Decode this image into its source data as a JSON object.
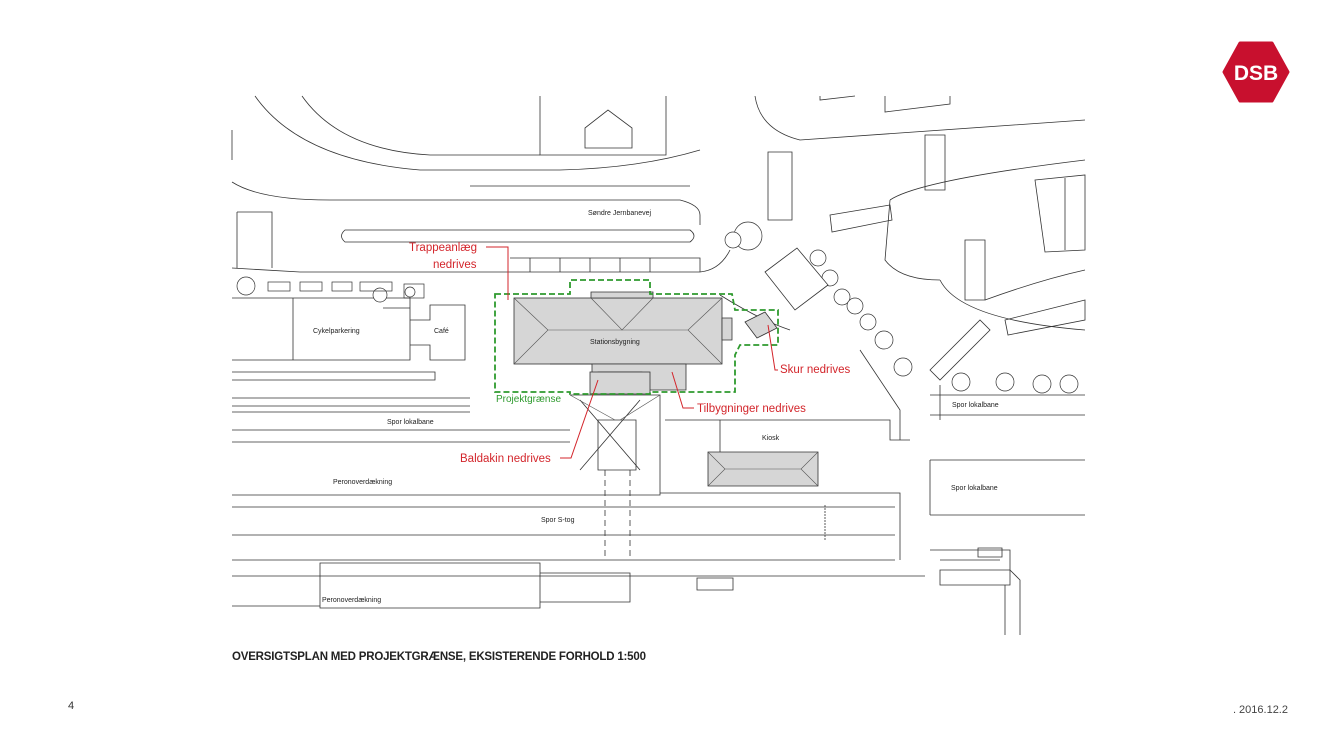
{
  "brand": {
    "logo_text": "DSB",
    "logo_color": "#c8102e"
  },
  "map_labels": {
    "street": "Søndre Jernbanevej",
    "bike_parking": "Cykelparkering",
    "cafe": "Café",
    "station": "Stationsbygning",
    "kiosk": "Kiosk",
    "track_local_1": "Spor lokalbane",
    "track_local_2": "Spor lokalbane",
    "track_local_3": "Spor lokalbane",
    "platform_roof_1": "Peronoverdækning",
    "platform_roof_2": "Peronoverdækning",
    "track_stog": "Spor S-tog"
  },
  "annotations": {
    "stairs_line1": "Trappeanlæg",
    "stairs_line2": "nedrives",
    "shed": "Skur nedrives",
    "annexes": "Tilbygninger nedrives",
    "canopy": "Baldakin nedrives",
    "boundary": "Projektgrænse"
  },
  "colors": {
    "annotation": "#d3252b",
    "boundary": "#2e9a2e",
    "building": "#d6d6d6"
  },
  "caption": "OVERSIGTSPLAN MED PROJEKTGRÆNSE,  EKSISTERENDE FORHOLD 1:500",
  "footer": {
    "page_number": "4",
    "date": ".  2016.12.2"
  }
}
